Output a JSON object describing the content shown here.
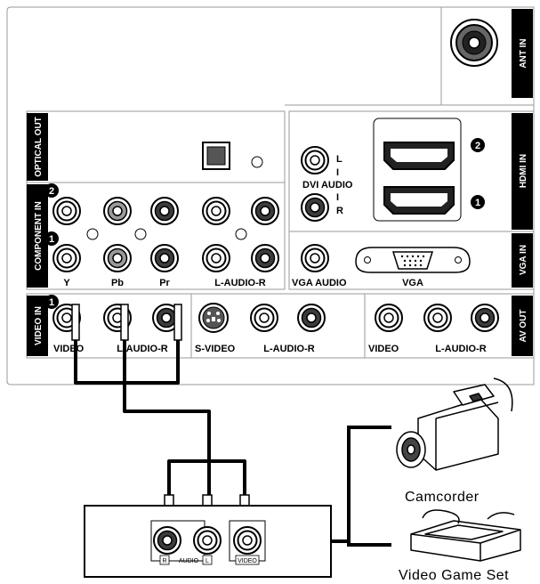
{
  "side_tabs": {
    "ant_in": "ANT IN",
    "optical_out": "OPTICAL OUT",
    "hdmi_in": "HDMI IN",
    "component_in": "COMPONENT IN",
    "vga_in": "VGA IN",
    "video_in": "VIDEO IN",
    "av_out": "AV OUT"
  },
  "dvi_audio": {
    "l": "L",
    "label": "DVI AUDIO",
    "r": "R"
  },
  "component": {
    "y": "Y",
    "pb": "Pb",
    "pr": "Pr",
    "audio": "L-AUDIO-R"
  },
  "vga": {
    "audio": "VGA AUDIO",
    "port": "VGA"
  },
  "video_in": {
    "video": "VIDEO",
    "audio": "L-AUDIO-R",
    "svideo": "S-VIDEO",
    "svideo_audio": "L-AUDIO-R"
  },
  "av_out": {
    "video": "VIDEO",
    "audio": "L-AUDIO-R"
  },
  "badges": {
    "one": "1",
    "two": "2"
  },
  "device_jacks": {
    "r": "R",
    "audio": "AUDIO",
    "l": "L",
    "video": "VIDEO"
  },
  "devices": {
    "camcorder": "Camcorder",
    "game": "Video Game Set"
  }
}
